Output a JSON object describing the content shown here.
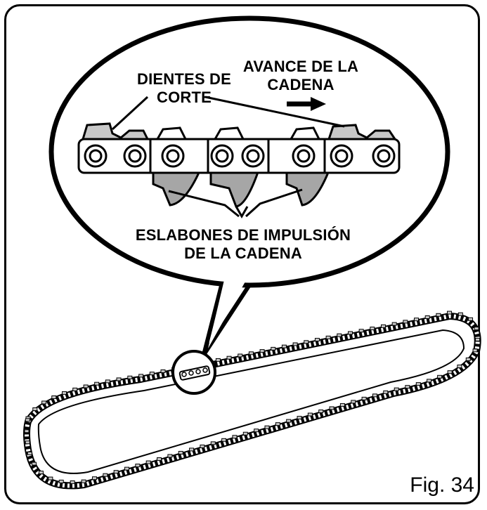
{
  "labels": {
    "cutting_teeth_line1": "DIENTES DE",
    "cutting_teeth_line2": "CORTE",
    "chain_advance_line1": "AVANCE DE LA",
    "chain_advance_line2": "CADENA",
    "drive_links_line1": "ESLABONES DE IMPULSIÓN",
    "drive_links_line2": "DE LA CADENA"
  },
  "figure_label": "Fig. 34",
  "colors": {
    "ink": "#000000",
    "drive_link_fill": "#a6a6a6",
    "cutter_fill": "#c8c8c8",
    "paper": "#ffffff"
  }
}
